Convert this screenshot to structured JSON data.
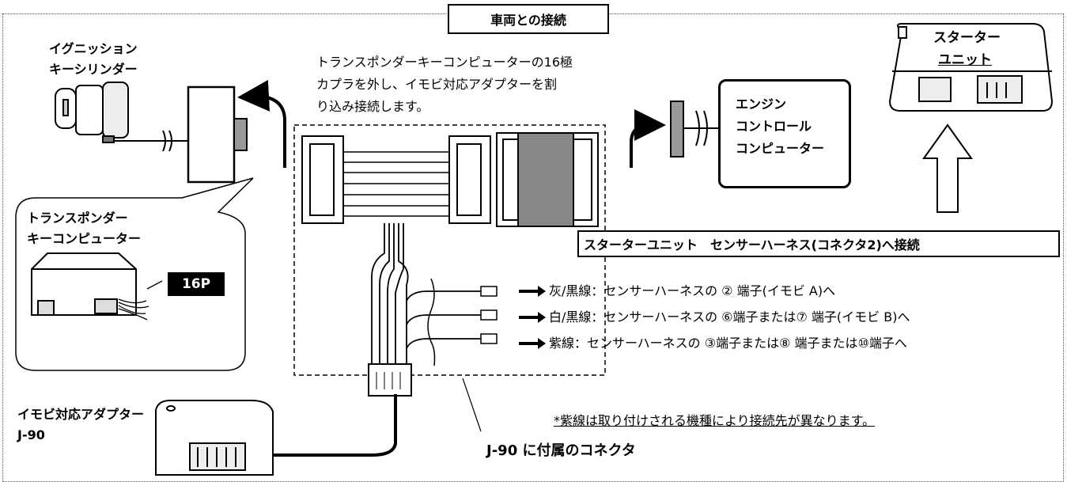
{
  "title": "車両との接続",
  "ignition": {
    "line1": "イグニッション",
    "line2": "キーシリンダー"
  },
  "instruction": {
    "line1": "トランスポンダーキーコンピューターの16極",
    "line2": "カプラを外し、イモビ対応アダプターを割",
    "line3": "り込み接続します。"
  },
  "ecu": {
    "line1": "エンジン",
    "line2": "コントロール",
    "line3": "コンピューター"
  },
  "starter": {
    "line1": "スターター",
    "line2": "ユニット"
  },
  "transponder": {
    "line1": "トランスポンダー",
    "line2": "キーコンピューター",
    "pins": "16P"
  },
  "sensor_header": "スターターユニット　センサーハーネス(コネクタ2)へ接続",
  "connections": [
    "灰/黒線：センサーハーネスの ② 端子(イモビ A)へ",
    "白/黒線：センサーハーネスの ⑥端子または⑦ 端子(イモビ B)へ",
    "紫線：センサーハーネスの ③端子または⑧ 端子または⑩端子へ"
  ],
  "note_star": "*",
  "note": "紫線は取り付けされる機種により接続先が異なります。",
  "adapter": {
    "line1": "イモビ対応アダプター",
    "line2": "J-90"
  },
  "bottom_label": "J-90 に付属のコネクタ"
}
